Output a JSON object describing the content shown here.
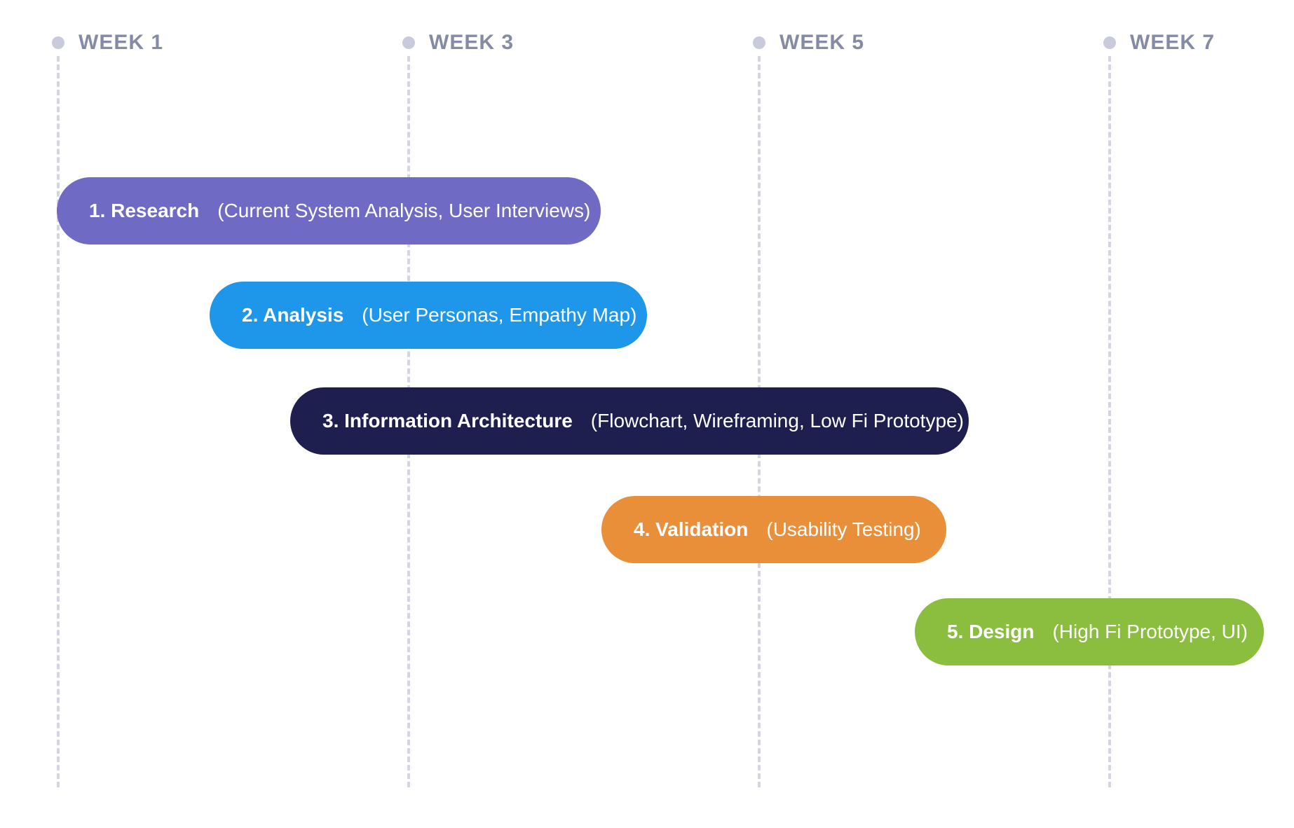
{
  "colors": {
    "grid_line": "#d3d5e2",
    "week_dot": "#c9cbdc",
    "week_label": "#858aa6",
    "phase_text": "#ffffff"
  },
  "weeks": [
    {
      "label": "WEEK 1"
    },
    {
      "label": "WEEK 3"
    },
    {
      "label": "WEEK 5"
    },
    {
      "label": "WEEK 7"
    }
  ],
  "phases": [
    {
      "title": "1. Research",
      "detail": "(Current System Analysis, User Interviews)",
      "color": "#6f6bc4"
    },
    {
      "title": "2. Analysis",
      "detail": "(User Personas, Empathy Map)",
      "color": "#1e96ea"
    },
    {
      "title": "3. Information Architecture",
      "detail": "(Flowchart,  Wireframing, Low Fi Prototype)",
      "color": "#1f1f4f"
    },
    {
      "title": "4. Validation",
      "detail": "(Usability Testing)",
      "color": "#e98f3a"
    },
    {
      "title": "5. Design",
      "detail": "(High Fi Prototype, UI)",
      "color": "#8bbd3e"
    }
  ]
}
